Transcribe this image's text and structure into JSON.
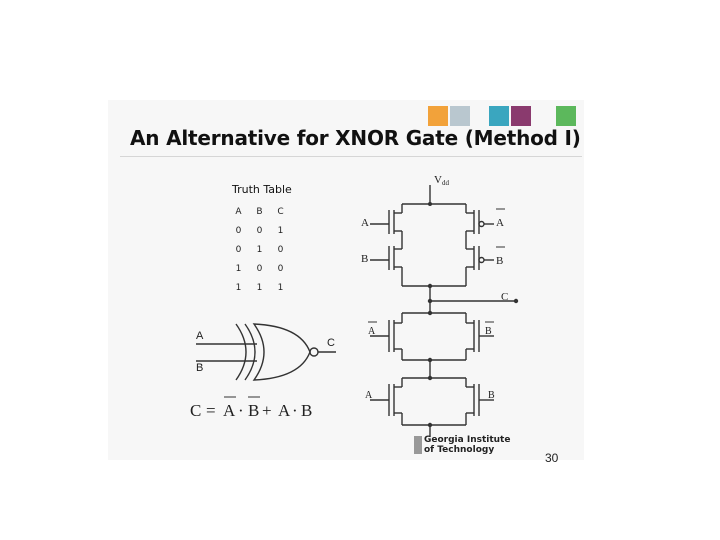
{
  "slide": {
    "title": "An Alternative for XNOR Gate (Method I)",
    "page_number": "30"
  },
  "header_squares": [
    {
      "color": "#f2a23a"
    },
    {
      "color": "#b9c7cf"
    },
    {
      "color": "#3aa6bf"
    },
    {
      "color": "#8a3a6e"
    },
    {
      "color": "#5cb85c"
    }
  ],
  "truth_table": {
    "title": "Truth Table",
    "headers": [
      "A",
      "B",
      "C"
    ],
    "rows": [
      [
        "0",
        "0",
        "1"
      ],
      [
        "0",
        "1",
        "0"
      ],
      [
        "1",
        "0",
        "0"
      ],
      [
        "1",
        "1",
        "1"
      ]
    ]
  },
  "gate": {
    "input_a": "A",
    "input_b": "B",
    "output": "C"
  },
  "equation": {
    "lhs": "C",
    "op_eq": "=",
    "t1": "A",
    "dot1": "·",
    "t2": "B",
    "plus": "+",
    "t3": "A",
    "dot2": "·",
    "t4": "B"
  },
  "transistor_circuit": {
    "supply_label": "V",
    "supply_subscript": "dd",
    "output_label": "C",
    "pmos_labels": {
      "a": "A",
      "a_bar": "A",
      "b": "B",
      "b_bar": "B"
    },
    "nmos_labels": {
      "a_bar": "A",
      "b_bar": "B",
      "a": "A",
      "b": "B"
    }
  },
  "logo": {
    "line1": "Georgia Institute",
    "line2": "of Technology"
  },
  "colors": {
    "slide_bg": "#f7f7f7",
    "wire": "#333333"
  }
}
